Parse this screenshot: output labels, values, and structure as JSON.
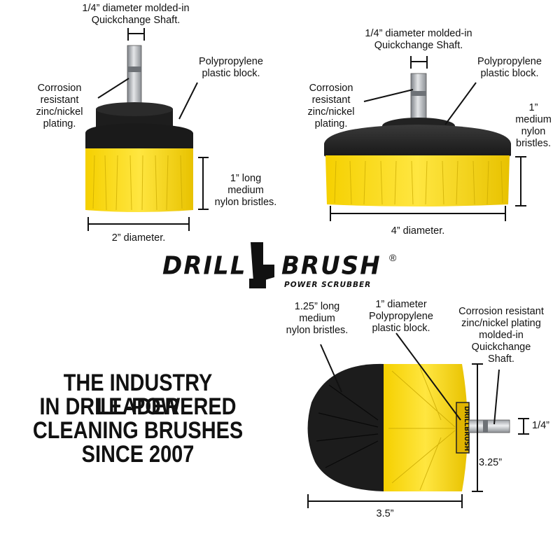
{
  "brush_2in": {
    "shaft": "1/4” diameter molded-in\nQuickchange Shaft.",
    "plating": "Corrosion\nresistant\nzinc/nickel\nplating.",
    "block": "Polypropylene\nplastic block.",
    "bristles": "1” long\nmedium\nnylon bristles.",
    "diameter": "2” diameter."
  },
  "brush_4in": {
    "shaft": "1/4” diameter molded-in\nQuickchange Shaft.",
    "plating": "Corrosion\nresistant\nzinc/nickel\nplating.",
    "block": "Polypropylene\nplastic block.",
    "bristles": "1”\nmedium\nnylon\nbristles.",
    "diameter": "4” diameter."
  },
  "brand": {
    "word1": "DRILL",
    "word2": "BRUSH",
    "registered": "®",
    "subtitle": "POWER SCRUBBER"
  },
  "tagline": [
    "THE INDUSTRY LEADER",
    "IN DRILL-POWERED",
    "CLEANING BRUSHES",
    "SINCE 2007"
  ],
  "round_brush": {
    "bristles": "1.25” long\nmedium\nnylon bristles.",
    "block": "1” diameter\nPolypropylene\nplastic block.",
    "shaft": "Corrosion resistant\nzinc/nickel plating\nmolded-in\nQuickchange\nShaft.",
    "shaft_size": "1/4”",
    "height": "3.25”",
    "width": "3.5”",
    "hub_text": "DRILLBRUSH"
  },
  "colors": {
    "bristle_yellow": "#f2d400",
    "bristle_dark": "#1c1c1c",
    "block_black": "#1a1a1a",
    "shaft_silver": "#b8bcc0"
  }
}
